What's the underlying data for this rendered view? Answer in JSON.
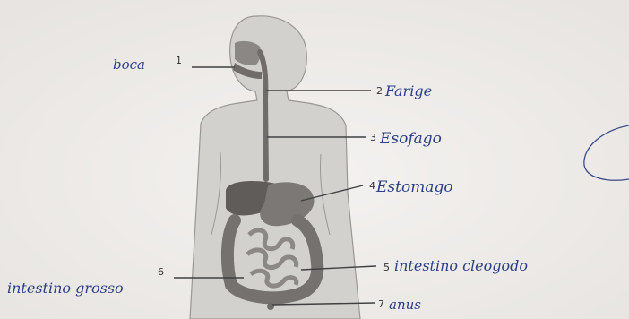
{
  "diagram": {
    "labels": [
      {
        "number": "1",
        "text": "boca"
      },
      {
        "number": "2",
        "text": "Farige"
      },
      {
        "number": "3",
        "text": "Esofago"
      },
      {
        "number": "4",
        "text": "Estomago"
      },
      {
        "number": "5",
        "text": "intestino cleogodo"
      },
      {
        "number": "6",
        "text": "intestino grosso"
      },
      {
        "number": "7",
        "text": "anus"
      }
    ]
  },
  "colors": {
    "paper": "#f1efed",
    "body_fill": "#d3d1ce",
    "organ": "#6f6c69",
    "ink": "#2c3f86"
  }
}
